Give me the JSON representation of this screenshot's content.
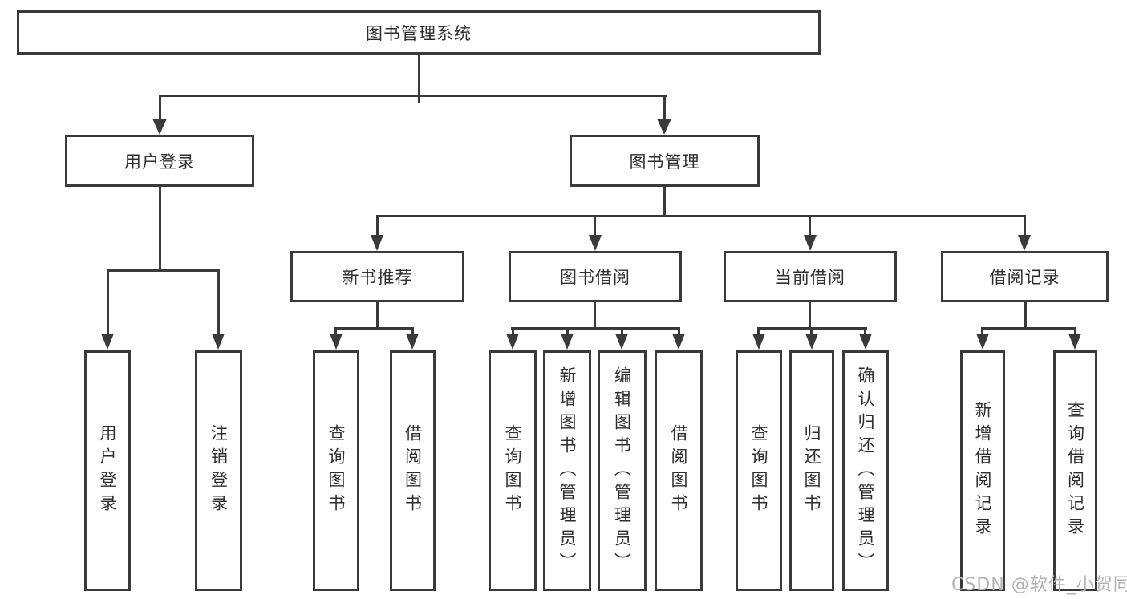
{
  "diagram": {
    "tree": {
      "label": "图书管理系统",
      "children": [
        {
          "label": "用户登录",
          "children": [
            {
              "label": "用户登录"
            },
            {
              "label": "注销登录"
            }
          ]
        },
        {
          "label": "图书管理",
          "children": [
            {
              "label": "新书推荐",
              "children": [
                {
                  "label": "查询图书"
                },
                {
                  "label": "借阅图书"
                }
              ]
            },
            {
              "label": "图书借阅",
              "children": [
                {
                  "label": "查询图书"
                },
                {
                  "label": "新增图书（管理员）"
                },
                {
                  "label": "编辑图书（管理员）"
                },
                {
                  "label": "借阅图书"
                }
              ]
            },
            {
              "label": "当前借阅",
              "children": [
                {
                  "label": "查询图书"
                },
                {
                  "label": "归还图书"
                },
                {
                  "label": "确认归还（管理员）"
                }
              ]
            },
            {
              "label": "借阅记录",
              "children": [
                {
                  "label": "新增借阅记录"
                },
                {
                  "label": "查询借阅记录"
                }
              ]
            }
          ]
        }
      ]
    },
    "colors": {
      "line": "#3a3a3a",
      "text": "#2e2e2e",
      "watermark_text": "#b3b3b3",
      "background": "#ffffff"
    },
    "watermark": "CSDN @软件_小贺同学"
  }
}
